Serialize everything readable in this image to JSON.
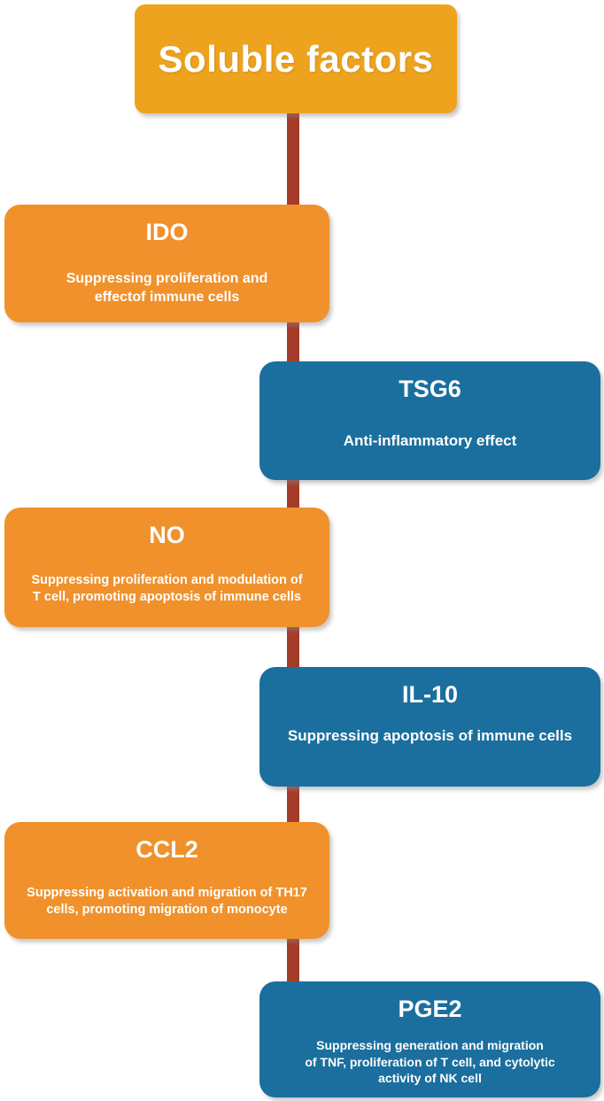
{
  "diagram": {
    "root": {
      "title": "Soluble factors"
    },
    "nodes": [
      {
        "id": "ido",
        "title": "IDO",
        "description": "Suppressing proliferation and\neffectof immune cells",
        "color": "#F0912C",
        "side": "left"
      },
      {
        "id": "tsg6",
        "title": "TSG6",
        "description": "Anti-inflammatory effect",
        "color": "#1B6F9E",
        "side": "right"
      },
      {
        "id": "no",
        "title": "NO",
        "description": "Suppressing proliferation and modulation of\nT cell, promoting apoptosis of immune cells",
        "color": "#F0912C",
        "side": "left"
      },
      {
        "id": "il10",
        "title": "IL-10",
        "description": "Suppressing apoptosis of immune cells",
        "color": "#1B6F9E",
        "side": "right"
      },
      {
        "id": "ccl2",
        "title": "CCL2",
        "description": "Suppressing activation and migration of TH17\ncells, promoting migration of monocyte",
        "color": "#F0912C",
        "side": "left"
      },
      {
        "id": "pge2",
        "title": "PGE2",
        "description": "Suppressing generation and migration\nof TNF, proliferation of T cell, and cytolytic\nactivity of NK cell",
        "color": "#1B6F9E",
        "side": "right"
      }
    ],
    "colors": {
      "root_box": "#EEA31F",
      "orange_box": "#F0912C",
      "blue_box": "#1B6F9E",
      "spine": "#A53C2B",
      "text": "#FFFFFF",
      "background": "#FFFFFF"
    }
  }
}
